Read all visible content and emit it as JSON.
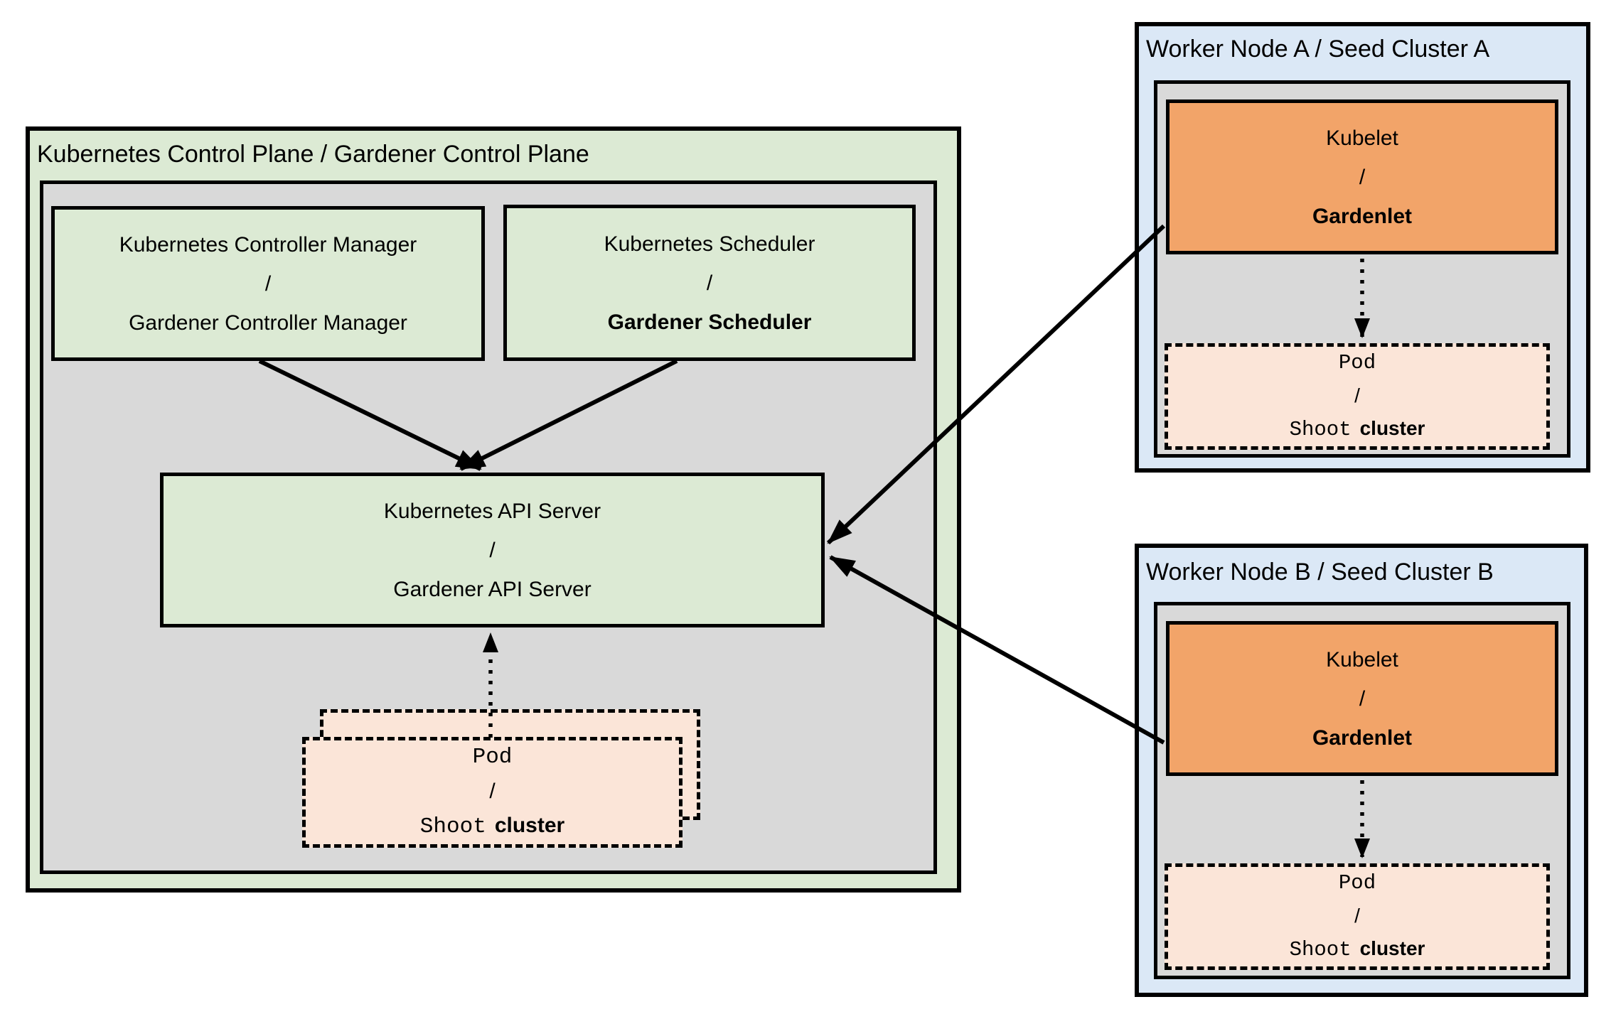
{
  "colors": {
    "green": "#dcead4",
    "gray": "#d9d9d9",
    "blue": "#dbe8f6",
    "orange": "#f2a469",
    "peach": "#fbe5d8",
    "line": "#000000"
  },
  "control_plane": {
    "title": "Kubernetes Control Plane / Gardener Control Plane",
    "controller_manager": {
      "line1": "Kubernetes Controller Manager",
      "sep": "/",
      "line2": "Gardener Controller Manager"
    },
    "scheduler": {
      "line1": "Kubernetes Scheduler",
      "sep": "/",
      "line2": "Gardener Scheduler"
    },
    "api_server": {
      "line1": "Kubernetes API Server",
      "sep": "/",
      "line2": "Gardener API Server"
    }
  },
  "pod_label": {
    "line1": "Pod",
    "sep": "/",
    "line2_mono": "Shoot",
    "line2_sans": "cluster"
  },
  "worker_a": {
    "title": "Worker Node A / Seed Cluster A",
    "kubelet": {
      "line1": "Kubelet",
      "sep": "/",
      "line2": "Gardenlet"
    }
  },
  "worker_b": {
    "title": "Worker Node B / Seed Cluster B",
    "kubelet": {
      "line1": "Kubelet",
      "sep": "/",
      "line2": "Gardenlet"
    }
  }
}
